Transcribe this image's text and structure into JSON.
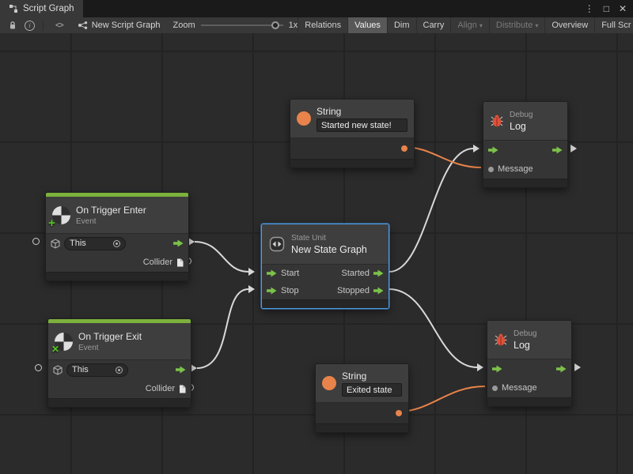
{
  "window": {
    "tab_title": "Script Graph",
    "controls": {
      "menu": "⋮",
      "maximize": "□",
      "close": "✕"
    }
  },
  "toolbar": {
    "graph_name": "New Script Graph",
    "zoom_label": "Zoom",
    "zoom_value": "1x",
    "buttons": [
      {
        "label": "Relations",
        "state": "normal"
      },
      {
        "label": "Values",
        "state": "active"
      },
      {
        "label": "Dim",
        "state": "normal"
      },
      {
        "label": "Carry",
        "state": "normal"
      },
      {
        "label": "Align",
        "state": "disabled",
        "dropdown": true
      },
      {
        "label": "Distribute",
        "state": "disabled",
        "dropdown": true
      },
      {
        "label": "Overview",
        "state": "normal"
      },
      {
        "label": "Full Scr",
        "state": "normal"
      }
    ]
  },
  "icons": {
    "menu": "⋮",
    "maximize": "□",
    "close": "✕",
    "code": "<>",
    "info": "i",
    "caret": "▾",
    "plus": "+",
    "cross": "✕"
  },
  "colors": {
    "control_green": "#7CC24A",
    "value_orange": "#E8834B",
    "event_bar_green": "#7CB13C",
    "selection_blue": "#4C9EEA",
    "wire_gray": "#D8D8D8",
    "debug_red": "#E05038",
    "canvas_bg": "#2B2B2B"
  },
  "nodes": {
    "trigger_enter": {
      "title": "On Trigger Enter",
      "subtitle": "Event",
      "target": "This",
      "output": "Collider"
    },
    "trigger_exit": {
      "title": "On Trigger Exit",
      "subtitle": "Event",
      "target": "This",
      "output": "Collider"
    },
    "state_unit": {
      "category": "State Unit",
      "title": "New State Graph",
      "in1": "Start",
      "in2": "Stop",
      "out1": "Started",
      "out2": "Stopped"
    },
    "string_top": {
      "title": "String",
      "value": "Started new state!"
    },
    "string_bottom": {
      "title": "String",
      "value": "Exited state"
    },
    "debug_top": {
      "category": "Debug",
      "title": "Log",
      "message_label": "Message"
    },
    "debug_bottom": {
      "category": "Debug",
      "title": "Log",
      "message_label": "Message"
    }
  },
  "connections": [
    {
      "from": "trigger_enter.control_out",
      "to": "state_unit.start",
      "type": "control"
    },
    {
      "from": "trigger_exit.control_out",
      "to": "state_unit.stop",
      "type": "control"
    },
    {
      "from": "state_unit.started",
      "to": "debug_top.control_in",
      "type": "control"
    },
    {
      "from": "state_unit.stopped",
      "to": "debug_bottom.control_in",
      "type": "control"
    },
    {
      "from": "string_top.value_out",
      "to": "debug_top.message",
      "type": "value"
    },
    {
      "from": "string_bottom.value_out",
      "to": "debug_bottom.message",
      "type": "value"
    }
  ]
}
